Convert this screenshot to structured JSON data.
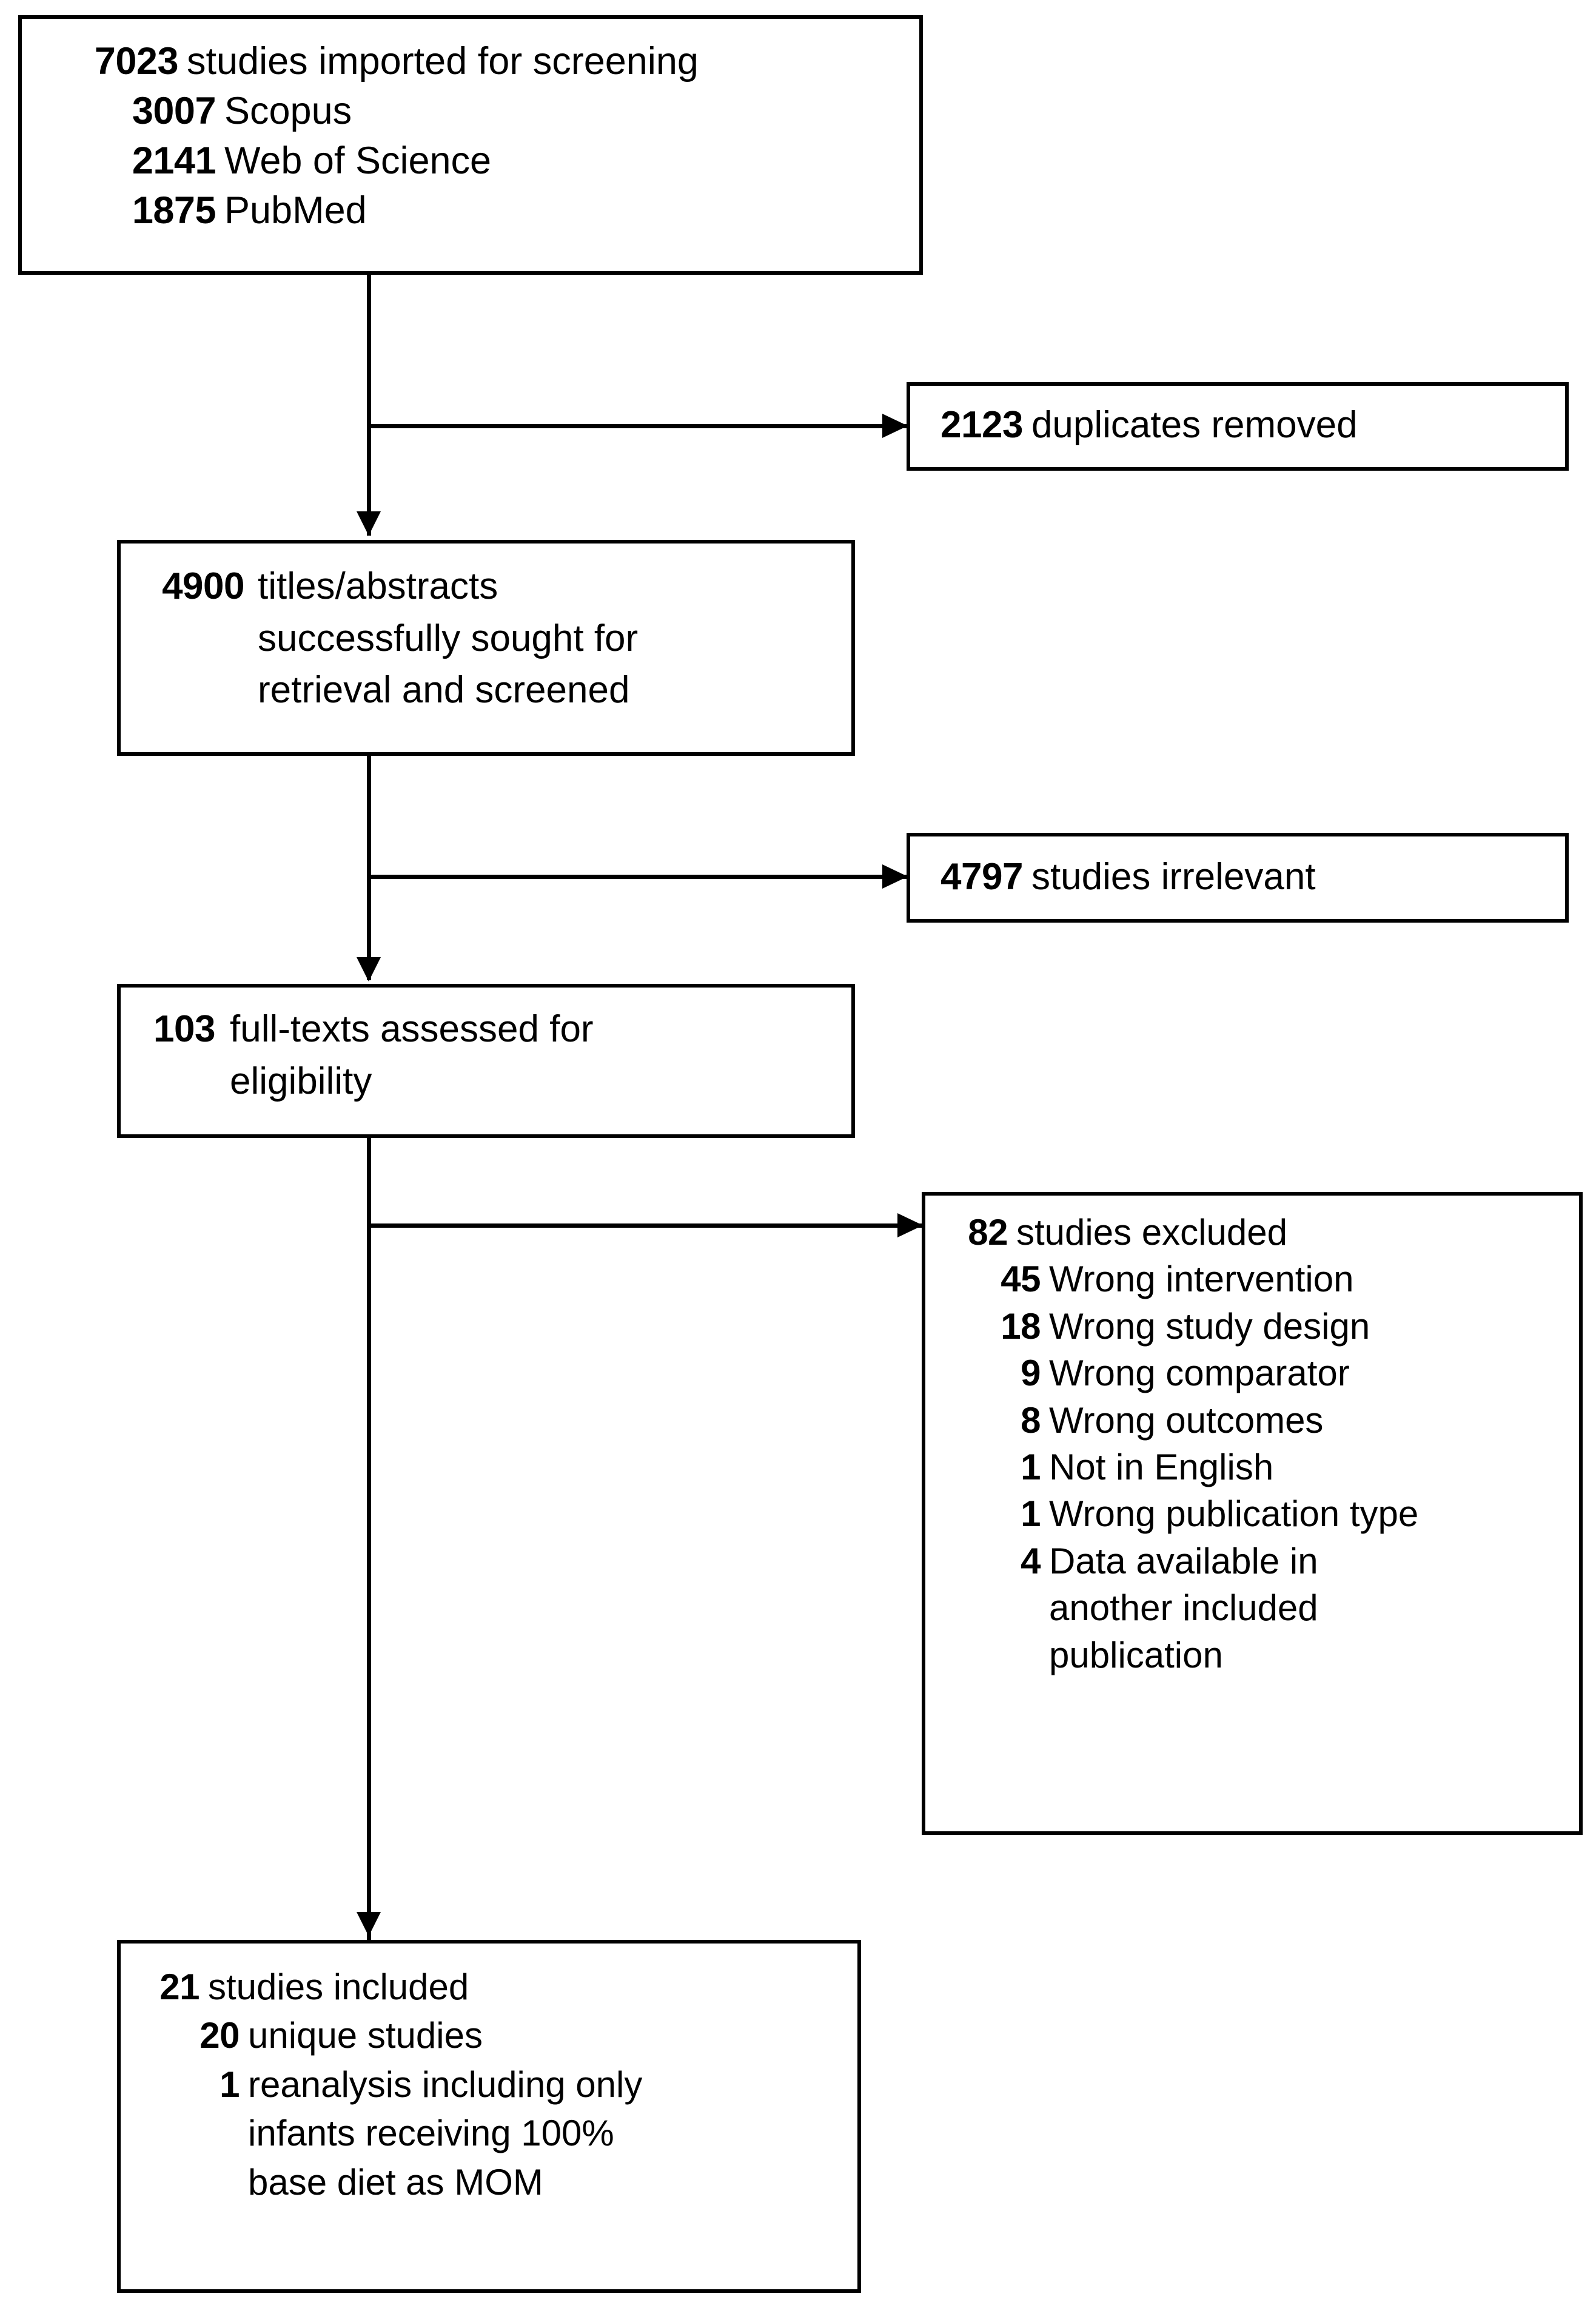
{
  "diagram": {
    "type": "prisma-flow-diagram",
    "title": "PRISMA study selection flow",
    "line_color": "#000000",
    "box_border_color": "#000000",
    "background_color": "#ffffff"
  },
  "boxes": {
    "imported": {
      "name": "studies-imported-box",
      "main": {
        "count": "7023",
        "label": "studies imported for screening"
      },
      "sources": [
        {
          "count": "3007",
          "label": "Scopus"
        },
        {
          "count": "2141",
          "label": "Web of Science"
        },
        {
          "count": "1875",
          "label": "PubMed"
        }
      ]
    },
    "duplicates": {
      "name": "duplicates-removed-box",
      "count": "2123",
      "label": "duplicates removed"
    },
    "screened": {
      "name": "titles-abstracts-screened-box",
      "count": "4900",
      "label": "titles/abstracts",
      "label_line2": "successfully sought for",
      "label_line3": "retrieval and screened"
    },
    "irrelevant": {
      "name": "studies-irrelevant-box",
      "count": "4797",
      "label": "studies irrelevant"
    },
    "fulltext": {
      "name": "full-texts-assessed-box",
      "count": "103",
      "label": "full-texts assessed for",
      "label_line2": "eligibility"
    },
    "excluded": {
      "name": "studies-excluded-box",
      "main": {
        "count": "82",
        "label": "studies excluded"
      },
      "reasons": [
        {
          "count": "45",
          "label": "Wrong intervention"
        },
        {
          "count": "18",
          "label": "Wrong study design"
        },
        {
          "count": "9",
          "label": "Wrong comparator"
        },
        {
          "count": "8",
          "label": "Wrong outcomes"
        },
        {
          "count": "1",
          "label": "Not in English"
        },
        {
          "count": "1",
          "label": "Wrong publication type"
        },
        {
          "count": "4",
          "label": "Data available in"
        }
      ],
      "reason_last_cont1": "another included",
      "reason_last_cont2": "publication"
    },
    "included": {
      "name": "studies-included-box",
      "main": {
        "count": "21",
        "label": "studies included"
      },
      "details": [
        {
          "count": "20",
          "label": "unique studies"
        },
        {
          "count": "1",
          "label": "reanalysis including only"
        }
      ],
      "detail_cont1": "infants receiving 100%",
      "detail_cont2": "base diet as MOM"
    }
  }
}
